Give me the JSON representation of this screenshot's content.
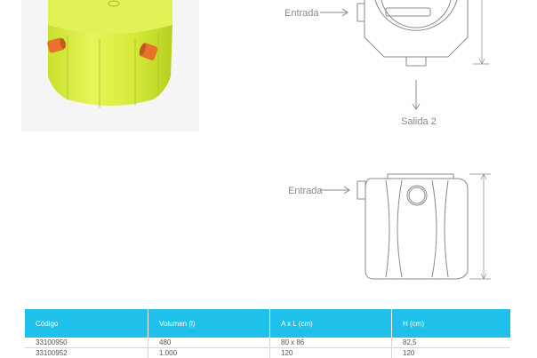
{
  "diagram": {
    "top_view": {
      "inlet_label": "Entrada",
      "outlet_label": "Salida 2"
    },
    "side_view": {
      "inlet_label": "Entrada"
    }
  },
  "table": {
    "headers": [
      "Código",
      "Volumen (l)",
      "A x L (cm)",
      "H (cm)"
    ],
    "rows": [
      [
        "33100950",
        "480",
        "80 x 86",
        "82,5"
      ],
      [
        "33100952",
        "1.000",
        "120",
        "120"
      ]
    ]
  },
  "colors": {
    "header_bg": "#1fc1ea",
    "tank": "#d8ee3c",
    "fitting": "#e8722a",
    "line": "#8a8a8a"
  }
}
